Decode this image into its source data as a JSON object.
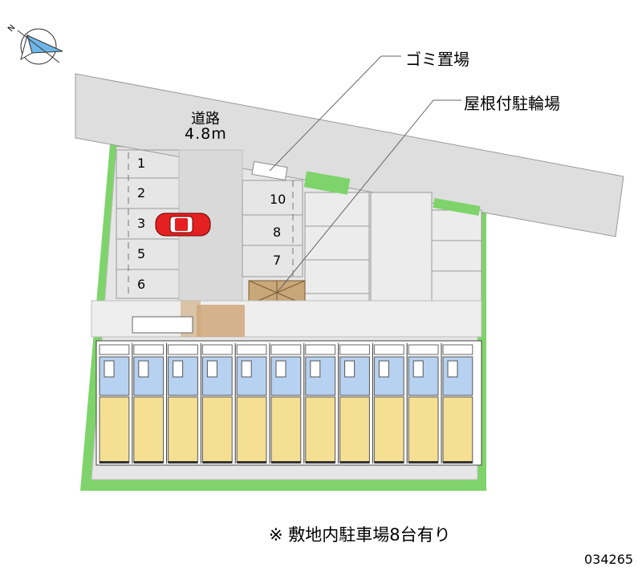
{
  "road": {
    "name": "道路",
    "width": "4.8m"
  },
  "callouts": {
    "garbage": "ゴミ置場",
    "bicycle": "屋根付駐輪場"
  },
  "parking_spaces": {
    "left": [
      "1",
      "2",
      "3",
      "5",
      "6"
    ],
    "middle": [
      "10",
      "8",
      "7"
    ]
  },
  "note": "※ 敷地内駐車場8台有り",
  "property_id": "034265",
  "compass": {
    "north": "N"
  },
  "colors": {
    "site": "#e6e6e6",
    "road": "#dedede",
    "greenery": "#7ed46a",
    "building": "#b7d1f0",
    "room": "#f4df93",
    "car": "#e52020",
    "bike_shelter": "#c8a778",
    "brick": "#cfa77a"
  },
  "units": 11
}
